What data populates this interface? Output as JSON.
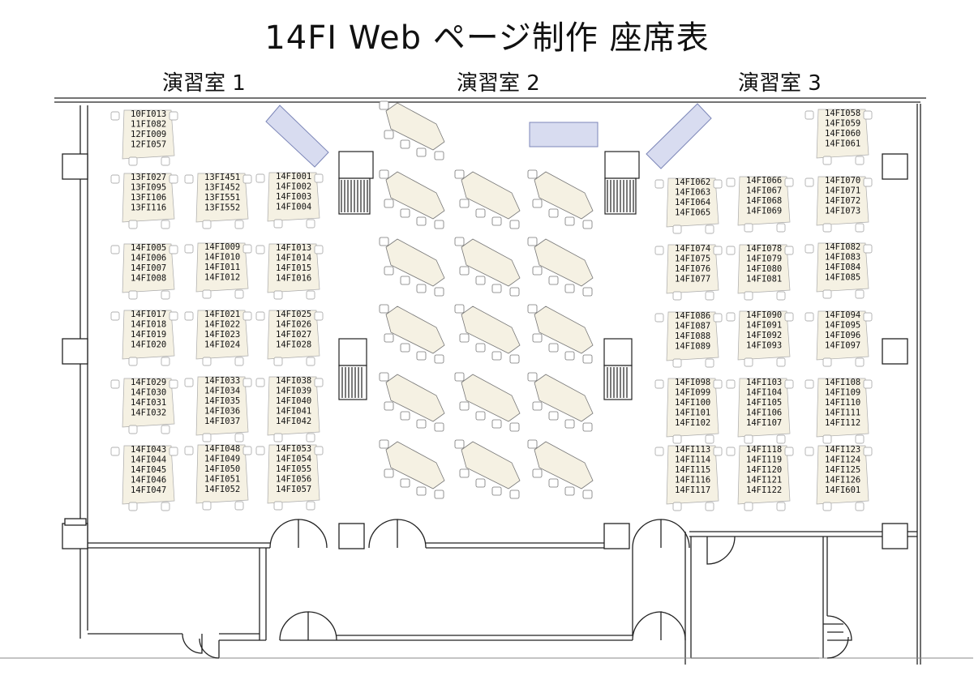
{
  "title": "14FI Web ページ制作 座席表",
  "rooms": [
    {
      "name": "演習室 1"
    },
    {
      "name": "演習室 2"
    },
    {
      "name": "演習室 3"
    }
  ],
  "colors": {
    "desk": "#f5f1e3",
    "screen": "#d8dcf0",
    "wall": "#222222"
  },
  "clusters": [
    {
      "ids": [
        "10FI013",
        "11FI082",
        "12FI009",
        "12FI057"
      ]
    },
    {
      "ids": [
        "13FI027",
        "13FI095",
        "13FI106",
        "13FI116"
      ]
    },
    {
      "ids": [
        "13FI451",
        "13FI452",
        "13FI551",
        "13FI552"
      ]
    },
    {
      "ids": [
        "14FI001",
        "14FI002",
        "14FI003",
        "14FI004"
      ]
    },
    {
      "ids": [
        "14FI005",
        "14FI006",
        "14FI007",
        "14FI008"
      ]
    },
    {
      "ids": [
        "14FI009",
        "14FI010",
        "14FI011",
        "14FI012"
      ]
    },
    {
      "ids": [
        "14FI013",
        "14FI014",
        "14FI015",
        "14FI016"
      ]
    },
    {
      "ids": [
        "14FI017",
        "14FI018",
        "14FI019",
        "14FI020"
      ]
    },
    {
      "ids": [
        "14FI021",
        "14FI022",
        "14FI023",
        "14FI024"
      ]
    },
    {
      "ids": [
        "14FI025",
        "14FI026",
        "14FI027",
        "14FI028"
      ]
    },
    {
      "ids": [
        "14FI029",
        "14FI030",
        "14FI031",
        "14FI032"
      ]
    },
    {
      "ids": [
        "14FI033",
        "14FI034",
        "14FI035",
        "14FI036",
        "14FI037"
      ]
    },
    {
      "ids": [
        "14FI038",
        "14FI039",
        "14FI040",
        "14FI041",
        "14FI042"
      ]
    },
    {
      "ids": [
        "14FI043",
        "14FI044",
        "14FI045",
        "14FI046",
        "14FI047"
      ]
    },
    {
      "ids": [
        "14FI048",
        "14FI049",
        "14FI050",
        "14FI051",
        "14FI052"
      ]
    },
    {
      "ids": [
        "14FI053",
        "14FI054",
        "14FI055",
        "14FI056",
        "14FI057"
      ]
    },
    {
      "ids": [
        "14FI058",
        "14FI059",
        "14FI060",
        "14FI061"
      ]
    },
    {
      "ids": [
        "14FI062",
        "14FI063",
        "14FI064",
        "14FI065"
      ]
    },
    {
      "ids": [
        "14FI066",
        "14FI067",
        "14FI068",
        "14FI069"
      ]
    },
    {
      "ids": [
        "14FI070",
        "14FI071",
        "14FI072",
        "14FI073"
      ]
    },
    {
      "ids": [
        "14FI074",
        "14FI075",
        "14FI076",
        "14FI077"
      ]
    },
    {
      "ids": [
        "14FI078",
        "14FI079",
        "14FI080",
        "14FI081"
      ]
    },
    {
      "ids": [
        "14FI082",
        "14FI083",
        "14FI084",
        "14FI085"
      ]
    },
    {
      "ids": [
        "14FI086",
        "14FI087",
        "14FI088",
        "14FI089"
      ]
    },
    {
      "ids": [
        "14FI090",
        "14FI091",
        "14FI092",
        "14FI093"
      ]
    },
    {
      "ids": [
        "14FI094",
        "14FI095",
        "14FI096",
        "14FI097"
      ]
    },
    {
      "ids": [
        "14FI098",
        "14FI099",
        "14FI100",
        "14FI101",
        "14FI102"
      ]
    },
    {
      "ids": [
        "14FI103",
        "14FI104",
        "14FI105",
        "14FI106",
        "14FI107"
      ]
    },
    {
      "ids": [
        "14FI108",
        "14FI109",
        "14FI110",
        "14FI111",
        "14FI112"
      ]
    },
    {
      "ids": [
        "14FI113",
        "14FI114",
        "14FI115",
        "14FI116",
        "14FI117"
      ]
    },
    {
      "ids": [
        "14FI118",
        "14FI119",
        "14FI120",
        "14FI121",
        "14FI122"
      ]
    },
    {
      "ids": [
        "14FI123",
        "14FI124",
        "14FI125",
        "14FI126",
        "14FI601"
      ]
    }
  ]
}
